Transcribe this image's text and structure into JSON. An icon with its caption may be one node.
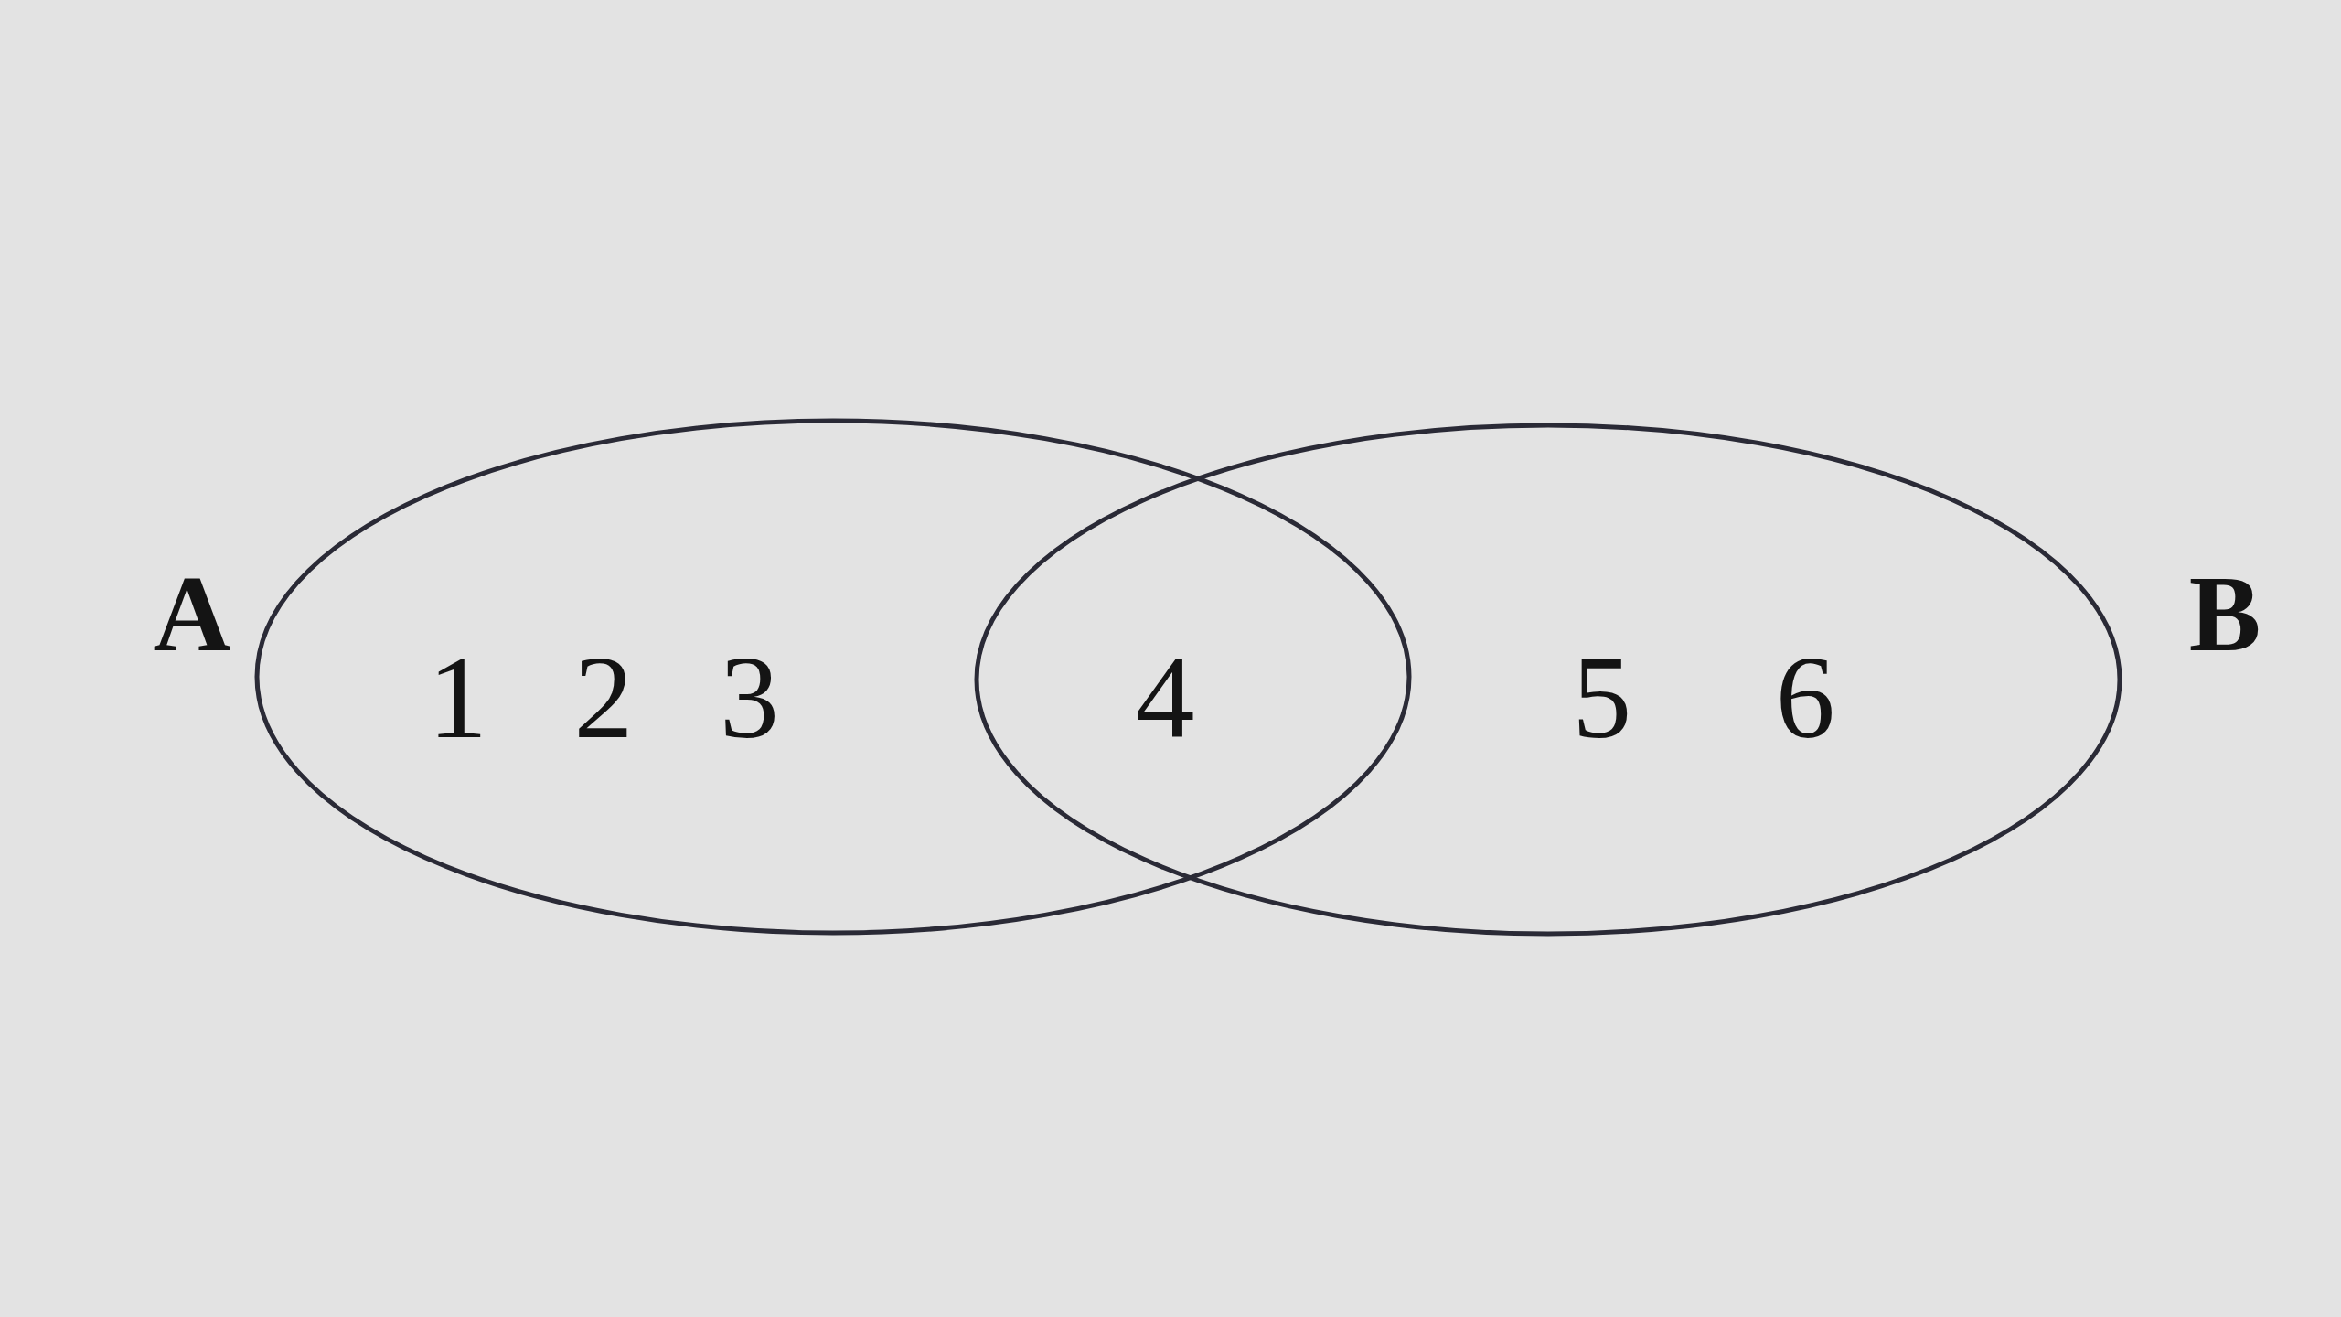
{
  "diagram": {
    "nodes": [
      {
        "text": [
          "A",
          "1 2 3"
        ]
      },
      {
        "text": [
          "B",
          "5 6"
        ]
      }
    ],
    "labels": [
      "4"
    ]
  }
}
